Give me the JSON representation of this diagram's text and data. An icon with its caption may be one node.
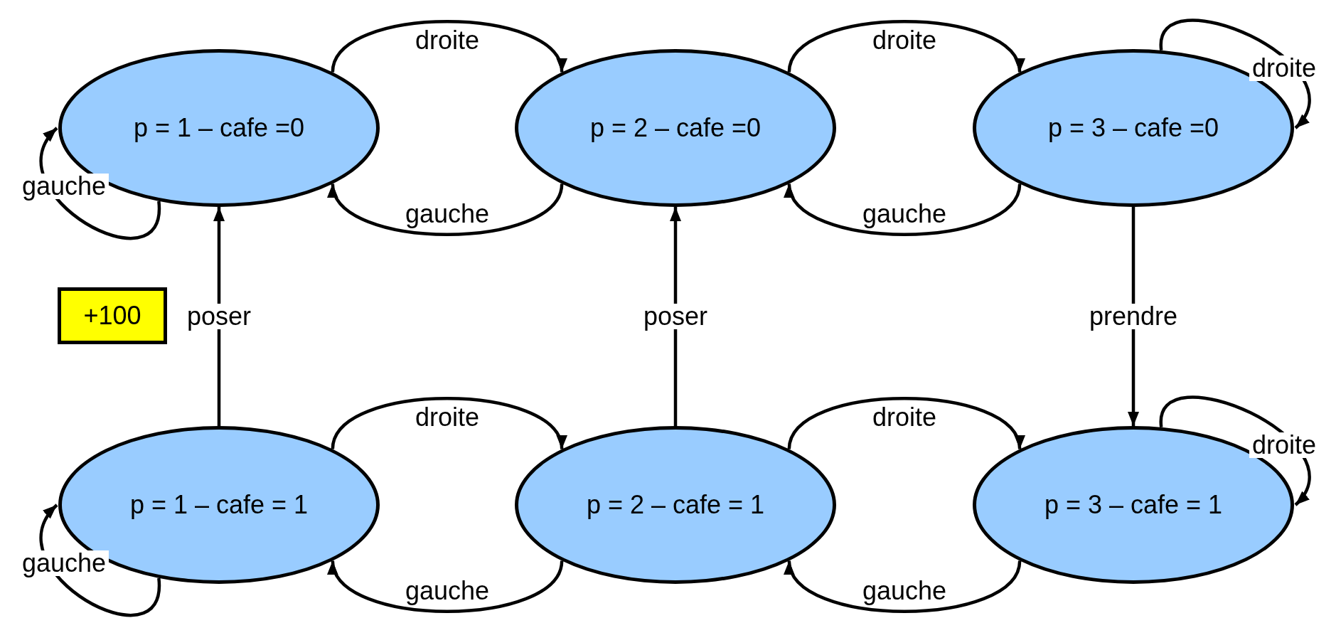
{
  "diagram": {
    "nodes": [
      {
        "text": [
          "p = 1 – cafe =0"
        ]
      },
      {
        "text": [
          "p = 2 – cafe =0"
        ]
      },
      {
        "text": [
          "p = 3 – cafe =0"
        ]
      },
      {
        "text": [
          "p = 1 – cafe = 1"
        ]
      },
      {
        "text": [
          "p = 2 – cafe = 1"
        ]
      },
      {
        "text": [
          "p = 3 – cafe = 1"
        ]
      },
      {
        "text": [
          "+100"
        ]
      }
    ],
    "edges": [
      {
        "from": 0,
        "to": 1,
        "arrow": "to",
        "label": "droite"
      },
      {
        "from": 1,
        "to": 0,
        "arrow": "to",
        "label": "gauche"
      },
      {
        "from": 1,
        "to": 2,
        "arrow": "to",
        "label": "droite"
      },
      {
        "from": 2,
        "to": 1,
        "arrow": "to",
        "label": "gauche"
      },
      {
        "from": 0,
        "to": 0,
        "arrow": "to",
        "label": "gauche"
      },
      {
        "from": 2,
        "to": 2,
        "arrow": "to",
        "label": "droite"
      },
      {
        "from": 3,
        "to": 0,
        "arrow": "to",
        "label": "poser"
      },
      {
        "from": 4,
        "to": 1,
        "arrow": "to",
        "label": "poser"
      },
      {
        "from": 2,
        "to": 5,
        "arrow": "to",
        "label": "prendre"
      },
      {
        "from": 3,
        "to": 4,
        "arrow": "to",
        "label": "droite"
      },
      {
        "from": 4,
        "to": 3,
        "arrow": "to",
        "label": "gauche"
      },
      {
        "from": 4,
        "to": 5,
        "arrow": "to",
        "label": "droite"
      },
      {
        "from": 5,
        "to": 4,
        "arrow": "to",
        "label": "gauche"
      },
      {
        "from": 3,
        "to": 3,
        "arrow": "to",
        "label": "gauche"
      },
      {
        "from": 5,
        "to": 5,
        "arrow": "to",
        "label": "droite"
      }
    ]
  }
}
